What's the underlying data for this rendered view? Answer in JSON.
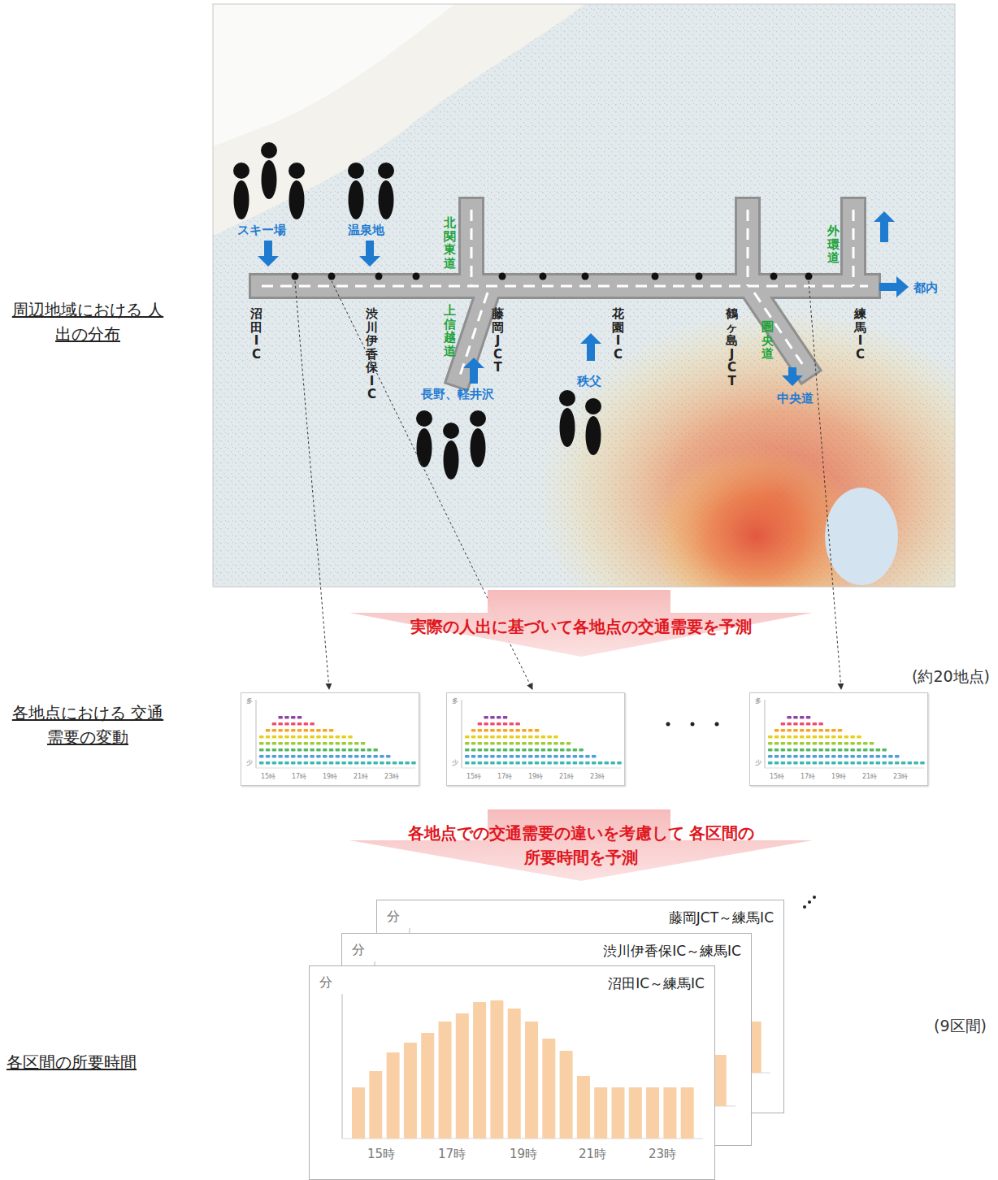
{
  "diagram": {
    "nodes": [
      {
        "text": [
          "実際の人出に基づいて各地点の交通需要を予測"
        ]
      },
      {
        "text": [
          "各地点での交通需要の違いを考慮して 各区間の所要時間を予測"
        ]
      },
      {
        "text": [
          "多",
          "少",
          "15時",
          "17時",
          "19時",
          "21時",
          "23時"
        ]
      },
      {
        "text": [
          "多",
          "少",
          "15時",
          "17時",
          "19時",
          "21時",
          "23時"
        ]
      },
      {
        "text": [
          "多",
          "少",
          "15時",
          "17時",
          "19時",
          "21時",
          "23時"
        ]
      },
      {
        "text": [
          "分",
          "藤岡JCT～練馬IC"
        ]
      },
      {
        "text": [
          "分",
          "渋川伊香保IC～練馬IC"
        ]
      },
      {
        "text": [
          "分",
          "沼田IC～練馬IC",
          "15時",
          "17時",
          "19時",
          "21時",
          "23時"
        ]
      }
    ],
    "labels": [
      "周辺地域における 人出の分布",
      "各地点における 交通需要の変動",
      "各区間の所要時間",
      "スキー場",
      "温泉地",
      "北関東道",
      "上信越道",
      "藤岡JCT",
      "長野、軽井沢",
      "秩父",
      "花園IC",
      "鶴ヶ島JCT",
      "圏央道",
      "中央道",
      "外環道",
      "都内",
      "練馬IC",
      "沼田IC",
      "渋川伊香保IC",
      "(約20地点)",
      "(9区間)"
    ]
  }
}
